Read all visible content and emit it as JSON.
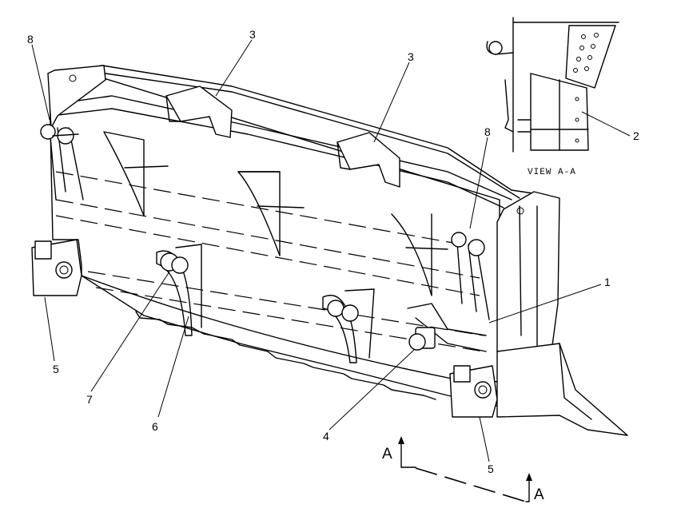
{
  "diagram": {
    "callouts": [
      "1",
      "2",
      "3",
      "3",
      "4",
      "5",
      "5",
      "6",
      "7",
      "8",
      "8"
    ],
    "section_mark": "A",
    "inset_caption": "VIEW A-A"
  }
}
